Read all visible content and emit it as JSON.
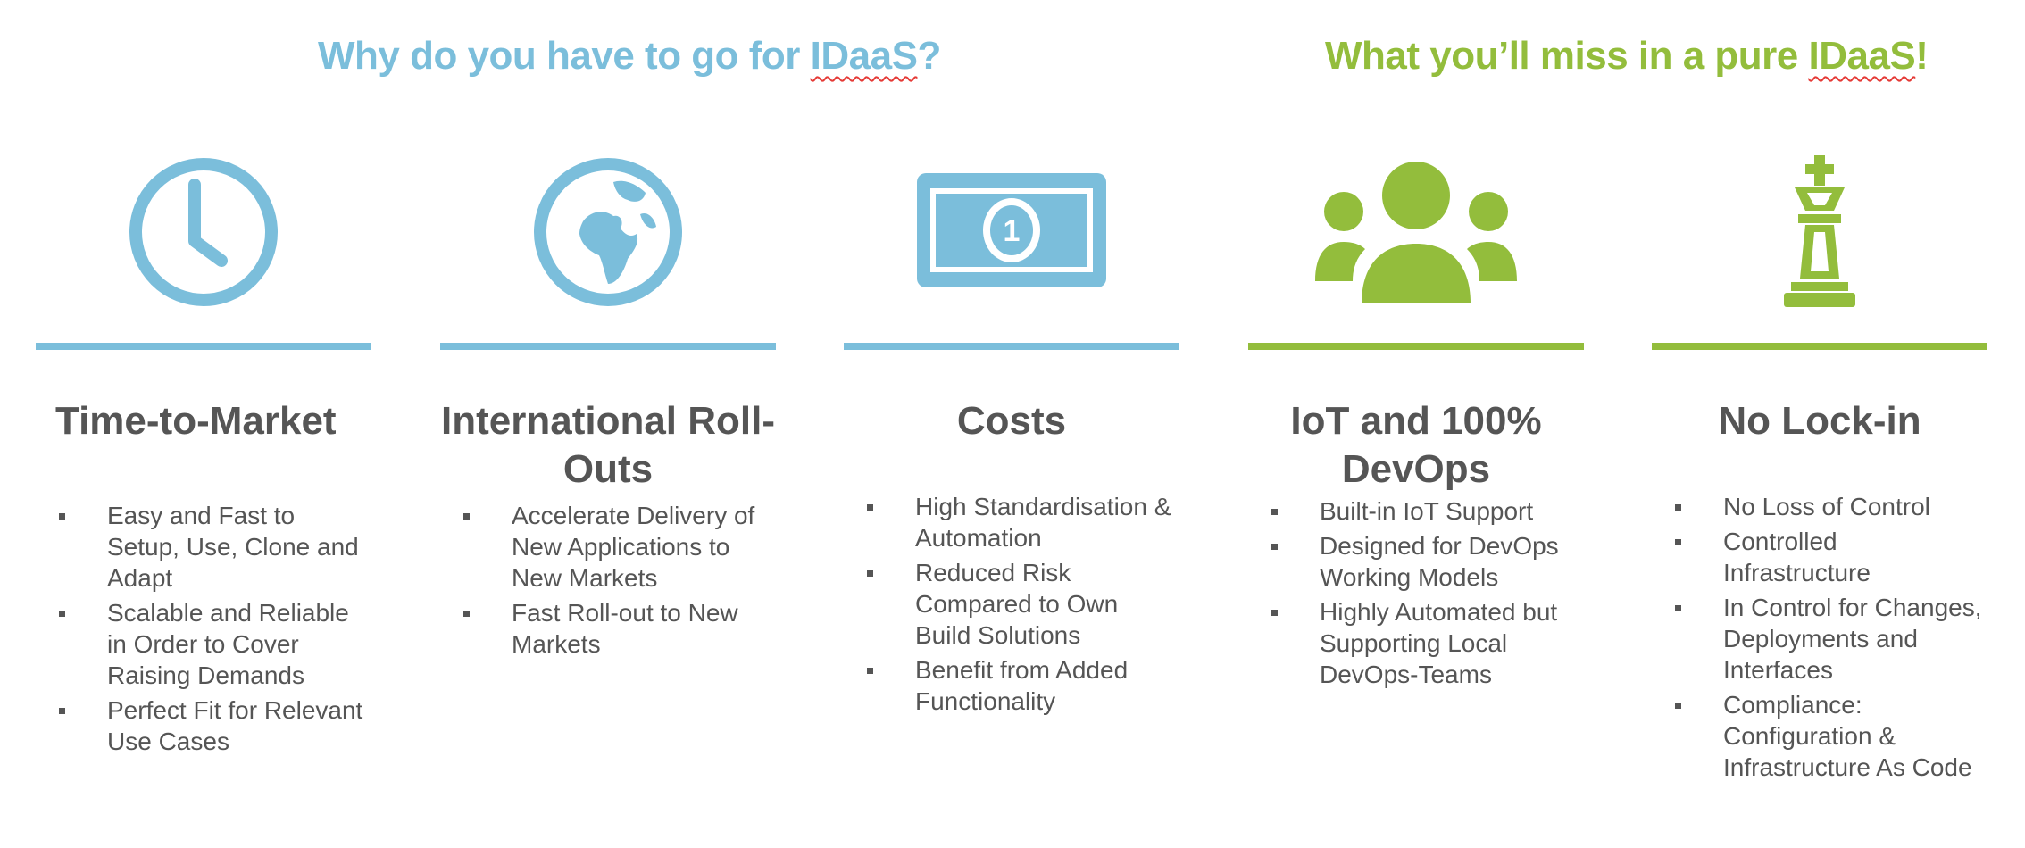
{
  "headings": {
    "left_prefix": "Why do you have to go for ",
    "left_term": "IDaaS",
    "left_suffix": "?",
    "right_prefix": "What you’ll miss in a pure ",
    "right_term": "IDaaS",
    "right_suffix": "!"
  },
  "colors": {
    "blue": "#7bbedb",
    "green": "#93bd3c",
    "text": "#555555"
  },
  "columns": [
    {
      "icon": "clock-icon",
      "title": "Time-to-Market",
      "bullets": [
        "Easy and Fast to Setup, Use, Clone and Adapt",
        "Scalable and Reliable in Order to Cover Raising Demands",
        "Perfect Fit for Relevant Use Cases"
      ]
    },
    {
      "icon": "globe-icon",
      "title": "International Roll-Outs",
      "bullets": [
        "Accelerate Delivery of New Applications to New Markets",
        "Fast Roll-out to New Markets"
      ]
    },
    {
      "icon": "banknote-icon",
      "note_label": "1",
      "title": "Costs",
      "bullets": [
        "High Standardisation & Automation",
        "Reduced Risk Compared to Own Build Solutions",
        "Benefit from Added Functionality"
      ]
    },
    {
      "icon": "team-icon",
      "title": "IoT and 100% DevOps",
      "bullets": [
        "Built-in IoT Support",
        "Designed for DevOps Working Models",
        "Highly Automated but Supporting Local DevOps-Teams"
      ]
    },
    {
      "icon": "chess-king-icon",
      "title": "No Lock-in",
      "bullets": [
        "No Loss of Control",
        "Controlled Infrastructure",
        "In Control for Changes, Deployments and Interfaces",
        "Compliance: Configuration & Infrastructure As Code"
      ]
    }
  ]
}
